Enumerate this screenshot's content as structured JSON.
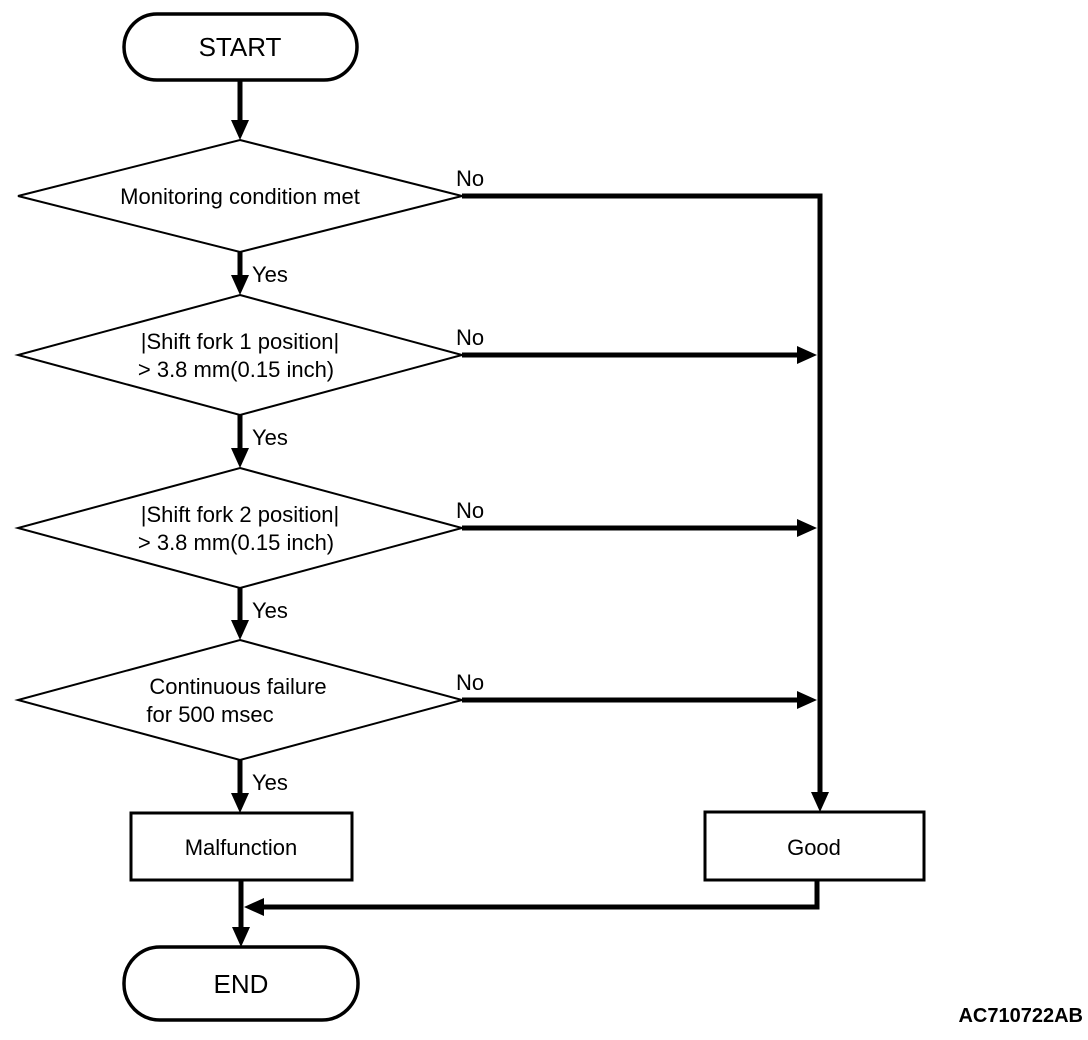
{
  "diagram": {
    "type": "flowchart",
    "code_label": "AC710722AB",
    "colors": {
      "line": "#000000",
      "background": "#ffffff",
      "text": "#000000"
    }
  },
  "nodes": {
    "start": {
      "type": "terminator",
      "label": "START"
    },
    "decision_monitoring": {
      "type": "decision",
      "line1": "Monitoring condition met"
    },
    "decision_shift_fork_1": {
      "type": "decision",
      "line1": "|Shift fork 1 position|",
      "line2": "> 3.8 mm(0.15 inch)"
    },
    "decision_shift_fork_2": {
      "type": "decision",
      "line1": "|Shift fork 2 position|",
      "line2": "> 3.8 mm(0.15 inch)"
    },
    "decision_continuous_failure": {
      "type": "decision",
      "line1": "Continuous failure",
      "line2": "for 500 msec"
    },
    "malfunction": {
      "type": "process",
      "label": "Malfunction"
    },
    "good": {
      "type": "process",
      "label": "Good"
    },
    "end": {
      "type": "terminator",
      "label": "END"
    }
  },
  "edge_labels": {
    "yes": "Yes",
    "no": "No"
  }
}
